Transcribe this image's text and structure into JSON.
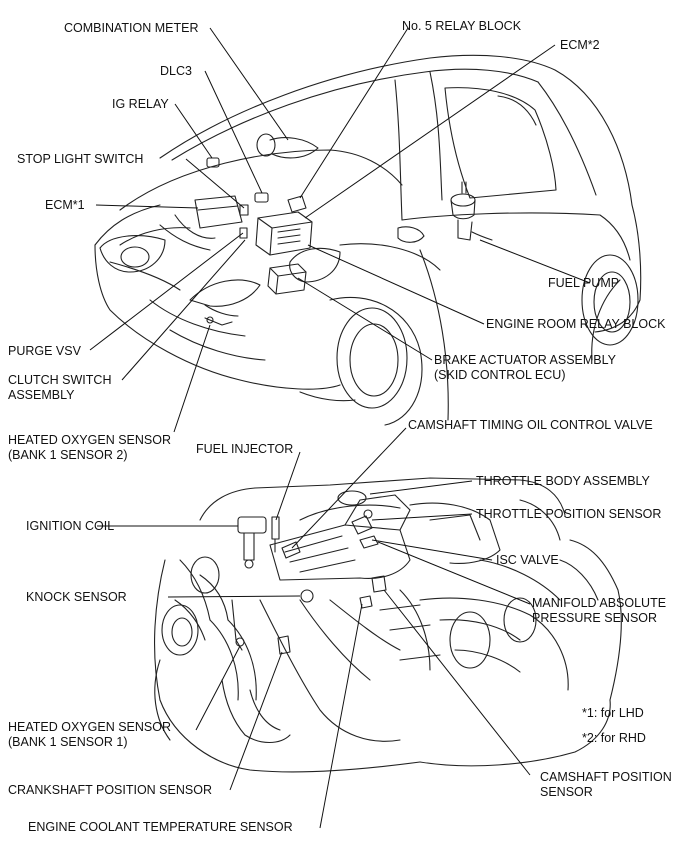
{
  "labels": {
    "combination_meter": "COMBINATION METER",
    "no5_relay_block": "No. 5 RELAY BLOCK",
    "ecm2": "ECM*2",
    "dlc3": "DLC3",
    "ig_relay": "IG RELAY",
    "stop_light_switch": "STOP LIGHT SWITCH",
    "ecm1": "ECM*1",
    "fuel_pump": "FUEL PUMP",
    "engine_room_relay_block": "ENGINE ROOM RELAY BLOCK",
    "purge_vsv": "PURGE VSV",
    "brake_actuator_line1": "BRAKE ACTUATOR ASSEMBLY",
    "brake_actuator_line2": "(SKID CONTROL ECU)",
    "clutch_switch_line1": "CLUTCH SWITCH",
    "clutch_switch_line2": "ASSEMBLY",
    "ho2s2_line1": "HEATED OXYGEN SENSOR",
    "ho2s2_line2": "(BANK 1 SENSOR 2)",
    "fuel_injector": "FUEL INJECTOR",
    "camshaft_ocv": "CAMSHAFT TIMING OIL CONTROL VALVE",
    "throttle_body": "THROTTLE BODY ASSEMBLY",
    "ignition_coil": "IGNITION COIL",
    "throttle_position_sensor": "THROTTLE POSITION SENSOR",
    "isc_valve": "ISC VALVE",
    "knock_sensor": "KNOCK SENSOR",
    "map_sensor_line1": "MANIFOLD ABSOLUTE",
    "map_sensor_line2": "PRESSURE SENSOR",
    "note1": "*1: for LHD",
    "note2": "*2: for RHD",
    "ho2s1_line1": "HEATED OXYGEN SENSOR",
    "ho2s1_line2": "(BANK 1 SENSOR 1)",
    "camshaft_position_line1": "CAMSHAFT POSITION",
    "camshaft_position_line2": "SENSOR",
    "crankshaft_position_sensor": "CRANKSHAFT POSITION SENSOR",
    "ect_sensor": "ENGINE COOLANT TEMPERATURE SENSOR"
  }
}
